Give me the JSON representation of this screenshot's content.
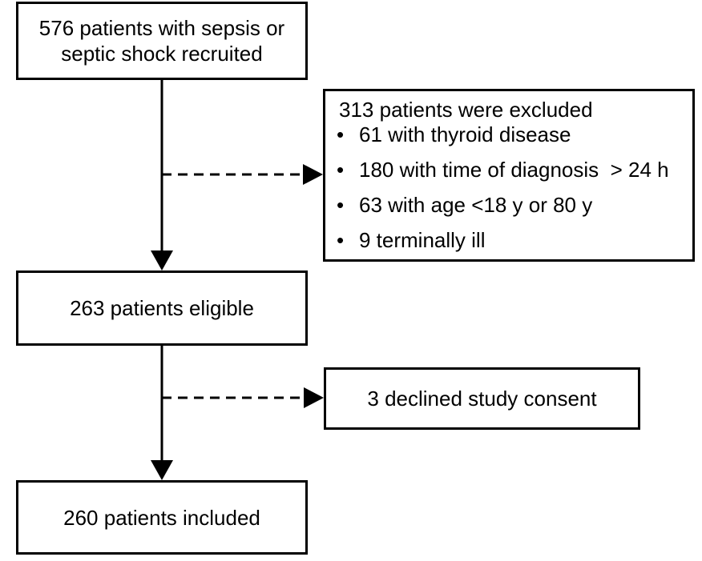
{
  "boxes": {
    "recruited": {
      "line1": "576 patients with sepsis or",
      "line2": "septic shock recruited"
    },
    "excluded": {
      "title": "313 patients were excluded",
      "bullet": "•",
      "items": [
        "61 with thyroid disease",
        "180 with time of diagnosis  > 24 h",
        "63 with age <18 y or 80 y",
        "9 terminally ill"
      ]
    },
    "eligible": {
      "text": "263 patients eligible"
    },
    "declined": {
      "text": "3 declined study consent"
    },
    "included": {
      "text": "260 patients included"
    }
  },
  "colors": {
    "stroke": "#000000",
    "background": "#ffffff"
  }
}
